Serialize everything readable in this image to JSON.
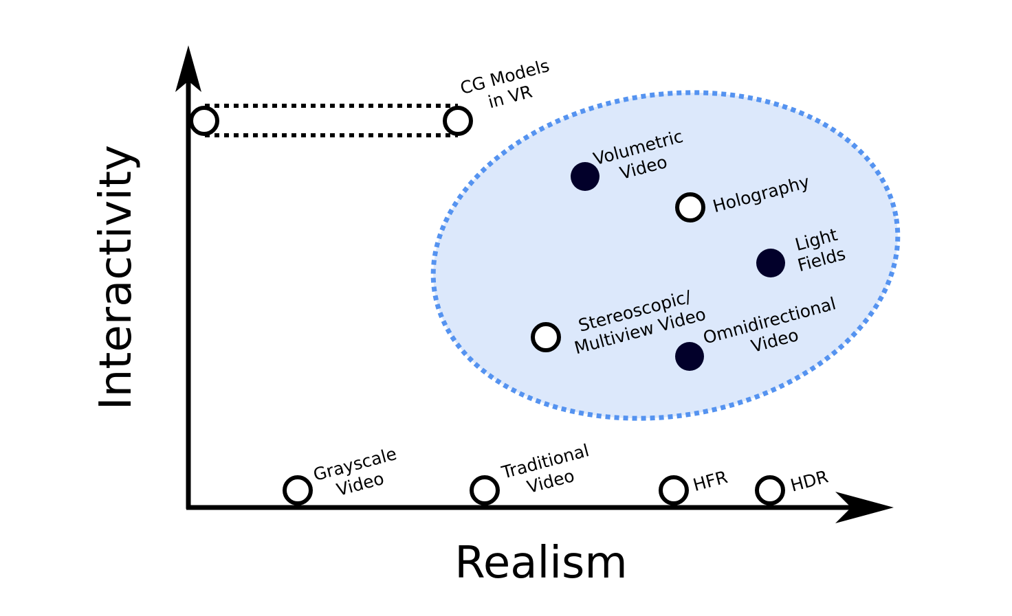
{
  "axes": {
    "x_title": "Realism",
    "y_title": "Interactivity"
  },
  "colors": {
    "axis": "#000000",
    "ellipse_fill": "#dce8fb",
    "ellipse_stroke": "#5593f0",
    "filled_point": "#02002a",
    "hollow_point_fill": "#ffffff",
    "hollow_point_stroke": "#000000"
  },
  "points": [
    {
      "id": "grayscale-video",
      "lines": [
        "Grayscale",
        "Video"
      ],
      "style": "hollow"
    },
    {
      "id": "traditional-video",
      "lines": [
        "Traditional",
        "Video"
      ],
      "style": "hollow"
    },
    {
      "id": "hfr",
      "lines": [
        "HFR"
      ],
      "style": "hollow"
    },
    {
      "id": "hdr",
      "lines": [
        "HDR"
      ],
      "style": "hollow"
    },
    {
      "id": "cg-models-in-vr",
      "lines": [
        "CG Models",
        "in VR"
      ],
      "style": "hollow"
    },
    {
      "id": "volumetric-video",
      "lines": [
        "Volumetric",
        "Video"
      ],
      "style": "filled"
    },
    {
      "id": "holography",
      "lines": [
        "Holography"
      ],
      "style": "hollow"
    },
    {
      "id": "light-fields",
      "lines": [
        "Light",
        "Fields"
      ],
      "style": "filled"
    },
    {
      "id": "stereoscopic-multiview-video",
      "lines": [
        "Stereoscopic/",
        "Multiview Video"
      ],
      "style": "hollow"
    },
    {
      "id": "omnidirectional-video",
      "lines": [
        "Omnidirectional",
        "Video"
      ],
      "style": "filled"
    }
  ],
  "cg_range": {
    "from_style": "hollow",
    "to_point": "cg-models-in-vr",
    "line_style": "dotted"
  },
  "immersive_group": {
    "members": [
      "volumetric-video",
      "holography",
      "light-fields",
      "stereoscopic-multiview-video",
      "omnidirectional-video"
    ],
    "border_style": "dotted"
  }
}
